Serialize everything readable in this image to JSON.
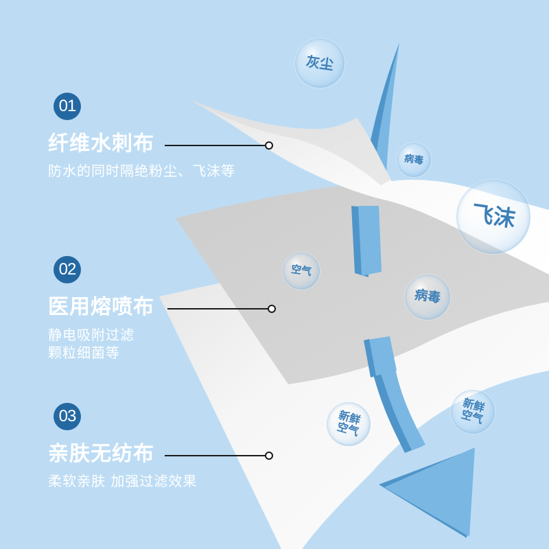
{
  "colors": {
    "background": "#bddcf4",
    "badge": "#2468a2",
    "arrow": "#7ab7e3",
    "arrow_shadow": "#4f95c9",
    "layer_top": "#f4f4f4",
    "layer_middle": "#d5d5d5",
    "layer_bottom": "#f7f7f7",
    "bubble_text": "#3b7fb8"
  },
  "sections": [
    {
      "number": "01",
      "title": "纤维水刺布",
      "description_lines": [
        "防水的同时隔绝粉尘、飞沫等"
      ]
    },
    {
      "number": "02",
      "title": "医用熔喷布",
      "description_lines": [
        "静电吸附过滤",
        "颗粒细菌等"
      ]
    },
    {
      "number": "03",
      "title": "亲肤无纺布",
      "description_lines": [
        "柔软亲肤 加强过滤效果"
      ]
    }
  ],
  "bubbles": [
    {
      "id": "dust",
      "lines": [
        "灰尘"
      ]
    },
    {
      "id": "virus-top",
      "lines": [
        "病毒"
      ]
    },
    {
      "id": "droplets",
      "lines": [
        "飞沫"
      ]
    },
    {
      "id": "air",
      "lines": [
        "空气"
      ]
    },
    {
      "id": "virus-mid",
      "lines": [
        "病毒"
      ]
    },
    {
      "id": "fresh-air-left",
      "lines": [
        "新鲜",
        "空气"
      ]
    },
    {
      "id": "fresh-air-right",
      "lines": [
        "新鲜",
        "空气"
      ]
    }
  ]
}
